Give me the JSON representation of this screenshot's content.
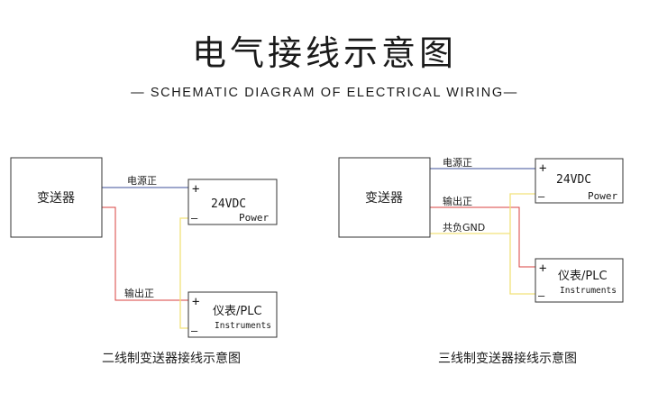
{
  "header": {
    "title": "电气接线示意图",
    "subtitle": "— SCHEMATIC DIAGRAM OF ELECTRICAL WIRING—"
  },
  "two_wire": {
    "transmitter": "变送器",
    "wire_power_positive": "电源正",
    "wire_output_positive": "输出正",
    "supply_voltage": "24VDC",
    "supply_label": "Power",
    "instrument": "仪表/PLC",
    "instrument_sub": "Instruments",
    "plus": "+",
    "minus": "—",
    "caption": "二线制变送器接线示意图"
  },
  "three_wire": {
    "transmitter": "变送器",
    "wire_power_positive": "电源正",
    "wire_output_positive": "输出正",
    "wire_common_gnd": "共负GND",
    "supply_voltage": "24VDC",
    "supply_label": "Power",
    "instrument": "仪表/PLC",
    "instrument_sub": "Instruments",
    "plus": "+",
    "minus": "—",
    "caption": "三线制变送器接线示意图"
  },
  "colors": {
    "power_wire": "#3d4f9a",
    "output_wire": "#d9423f",
    "gnd_wire": "#f2e27a"
  }
}
